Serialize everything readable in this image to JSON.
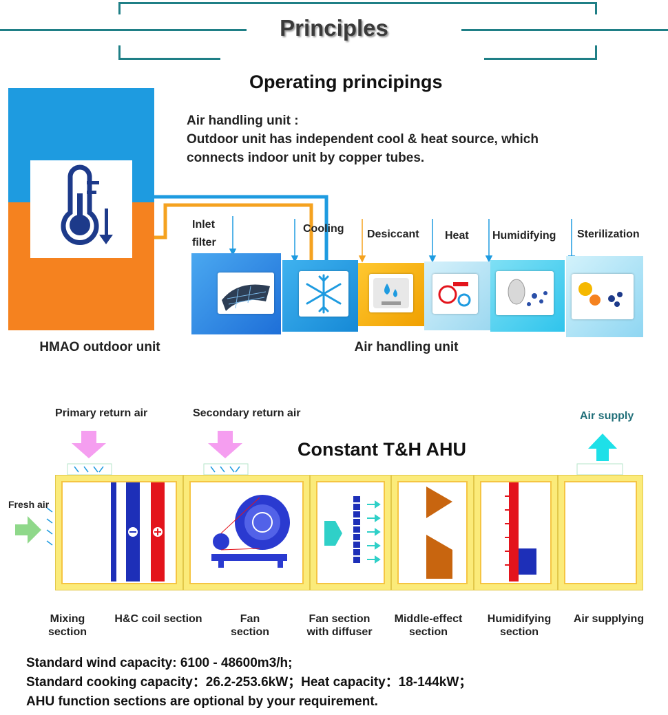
{
  "header": {
    "title": "Principles"
  },
  "operating": {
    "title": "Operating principings",
    "desc_line1": "Air handling unit :",
    "desc_line2": "Outdoor unit has independent cool & heat source, which",
    "desc_line3": "connects indoor unit by copper tubes.",
    "outdoor_caption": "HMAO outdoor unit",
    "ahu_caption": "Air handling unit",
    "stages": {
      "inlet_line1": "Inlet",
      "inlet_line2": "filter",
      "cooling": "Cooling",
      "desiccant": "Desiccant",
      "heat": "Heat",
      "humidifying": "Humidifying",
      "sterilization": "Sterilization"
    }
  },
  "ahu": {
    "title": "Constant T&H AHU",
    "primary_return": "Primary return air",
    "secondary_return": "Secondary return air",
    "air_supply": "Air supply",
    "fresh_air": "Fresh air",
    "sections": {
      "mixing_1": "Mixing",
      "mixing_2": "section",
      "coil": "H&C coil section",
      "fan_1": "Fan",
      "fan_2": "section",
      "diffuser_1": "Fan section",
      "diffuser_2": "with diffuser",
      "middle_1": "Middle-effect",
      "middle_2": "section",
      "humid_1": "Humidifying",
      "humid_2": "section",
      "supplying": "Air supplying"
    }
  },
  "specs": {
    "line1": "Standard wind capacity: 6100 - 48600m3/h;",
    "line2": "Standard cooking capacity：26.2-253.6kW；Heat capacity：18-144kW；",
    "line3": "AHU function sections are optional by your requirement."
  },
  "colors": {
    "teal": "#1f7f86",
    "blue": "#1e9be0",
    "orange": "#f5821f",
    "gold": "#f5b800",
    "yellow": "#fbeb7a",
    "red": "#e3141c",
    "navy": "#1d2fb8"
  }
}
